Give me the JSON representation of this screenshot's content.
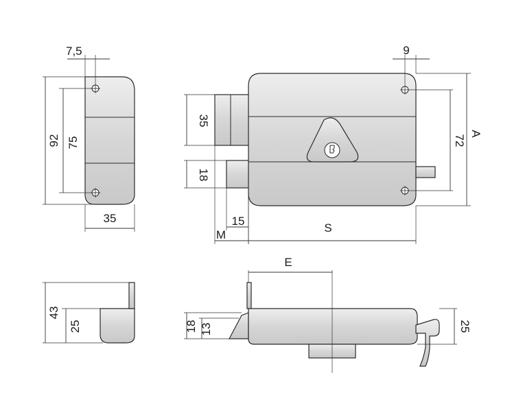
{
  "dimensions": {
    "hole_offset": "7,5",
    "height_outer": "92",
    "hole_spacing_side": "75",
    "depth_side": "35",
    "bolt_block_height": "35",
    "latch_height": "18",
    "latch_projection": "15",
    "m_label": "M",
    "s_label": "S",
    "hole_offset_right": "9",
    "a_label": "A",
    "hole_spacing_front": "72",
    "e_label": "E",
    "bottom_height_outer": "43",
    "bottom_height_inner": "25",
    "plan_latch_18": "18",
    "plan_latch_13": "13",
    "plan_case_height": "25"
  },
  "colors": {
    "body_fill": "#dcdcdc",
    "line": "#2a2a2a"
  }
}
